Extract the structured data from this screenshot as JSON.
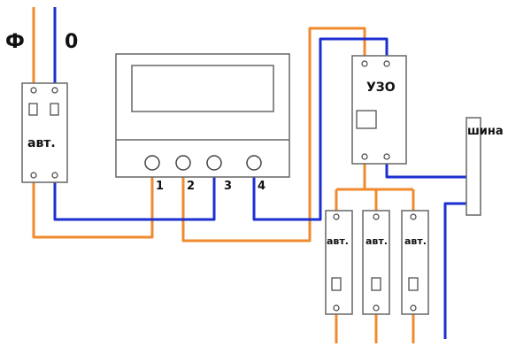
{
  "colors": {
    "phase_wire": "#f08a2c",
    "neutral_wire": "#1c2fd1",
    "device_fill": "#ffffff",
    "device_stroke": "#666666",
    "outline": "#444444"
  },
  "input_labels": {
    "phase": "Ф",
    "neutral": "0"
  },
  "main_breaker": {
    "label": "авт."
  },
  "meter": {
    "terminals": [
      "1",
      "2",
      "3",
      "4"
    ]
  },
  "rcd": {
    "label": "УЗО"
  },
  "bus": {
    "label": "шина"
  },
  "branch_breakers": [
    {
      "label": "авт."
    },
    {
      "label": "авт."
    },
    {
      "label": "авт."
    }
  ],
  "icons": [
    "breaker-switch-icon",
    "meter-display-icon",
    "rcd-test-button-icon"
  ]
}
